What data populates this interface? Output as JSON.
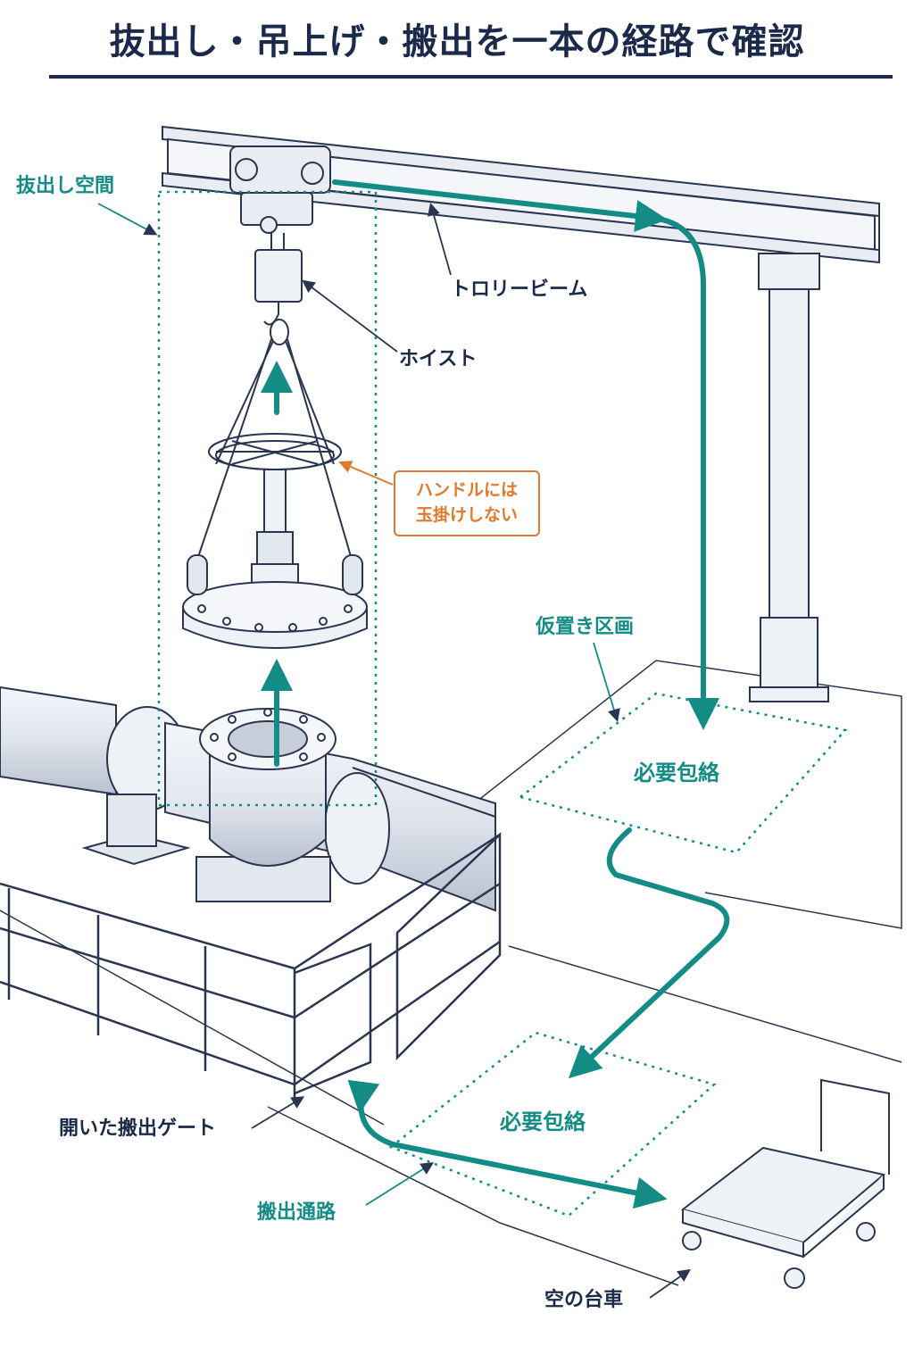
{
  "title": "抜出し・吊上げ・搬出を一本の経路で確認",
  "labels": {
    "extraction_space": "抜出し空間",
    "trolley_beam": "トロリービーム",
    "hoist": "ホイスト",
    "warning_line1": "ハンドルには",
    "warning_line2": "玉掛けしない",
    "staging_area": "仮置き区画",
    "required_envelope_1": "必要包絡",
    "required_envelope_2": "必要包絡",
    "open_gate": "開いた搬出ゲート",
    "carry_route": "搬出通路",
    "empty_cart": "空の台車"
  },
  "colors": {
    "teal": "#138c86",
    "navy": "#1b2a4a",
    "orange": "#e07a2a",
    "line": "#2a3550"
  }
}
